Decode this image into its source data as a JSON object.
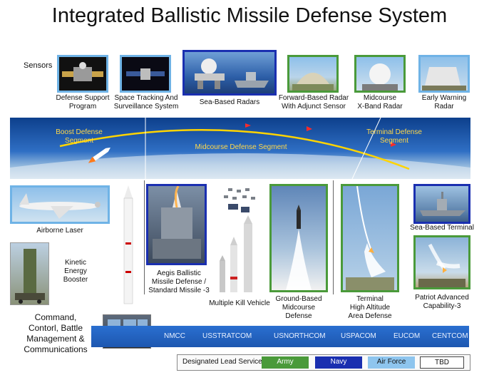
{
  "title": "Integrated Ballistic Missile Defense System",
  "sensors": {
    "heading": "Sensors",
    "defense_support_program": "Defense Support\nProgram",
    "space_tracking": "Space Tracking And\nSurveillance System",
    "sea_based_radars": "Sea-Based Radars",
    "forward_based_radar": "Forward-Based Radar\nWith Adjunct Sensor",
    "midcourse_xband": "Midcourse\nX-Band Radar",
    "early_warning": "Early Warning\nRadar"
  },
  "segments": {
    "boost": "Boost Defense\nSegment",
    "midcourse": "Midcourse Defense Segment",
    "terminal": "Terminal Defense\nSegment"
  },
  "systems": {
    "airborne_laser": "Airborne Laser",
    "kinetic_energy_booster": "Kinetic\nEnergy\nBooster",
    "aegis": "Aegis Ballistic\nMissile Defense /\nStandard Missile -3",
    "multiple_kill_vehicle": "Multiple Kill Vehicle",
    "ground_based": "Ground-Based\nMidcourse\nDefense",
    "terminal_high_altitude": "Terminal\nHigh Altitude\nArea Defense",
    "sea_based_terminal": "Sea-Based Terminal",
    "patriot": "Patriot Advanced\nCapability-3"
  },
  "command": {
    "label": "Command,\nContorl, Battle\nManagement &\nCommunications",
    "nodes": [
      "NMCC",
      "USSTRATCOM",
      "USNORTHCOM",
      "USPACOM",
      "EUCOM",
      "CENTCOM"
    ]
  },
  "legend": {
    "label": "Designated Lead Service:",
    "army": "Army",
    "navy": "Navy",
    "air_force": "Air Force",
    "tbd": "TBD"
  },
  "colors": {
    "army": "#4a9a3a",
    "navy": "#1a2fb0",
    "air_force": "#6fb3e6",
    "segment_text": "#ffd84a"
  }
}
